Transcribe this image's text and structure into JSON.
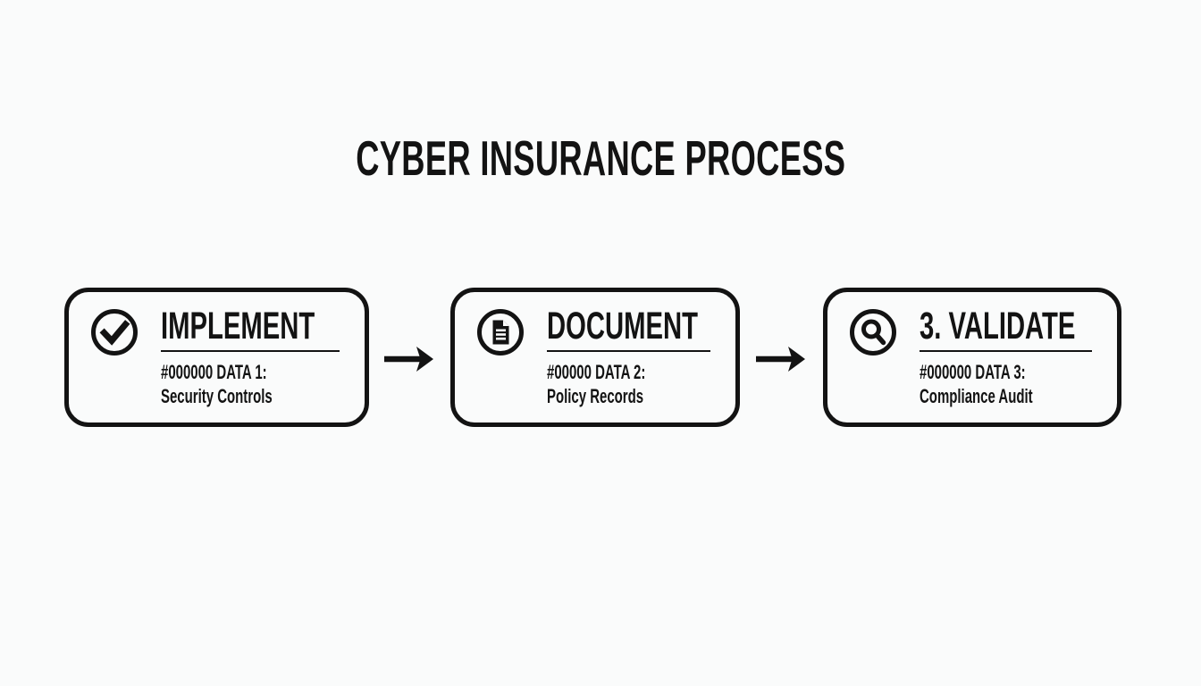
{
  "theme": {
    "ink": "#131313",
    "background": "#fafbfb"
  },
  "diagram": {
    "title": "CYBER INSURANCE PROCESS",
    "connector_icon": "arrow-right-icon",
    "steps": [
      {
        "icon": "check-circle-icon",
        "title": "IMPLEMENT",
        "line1": "#000000 DATA 1:",
        "line2": "Security Controls"
      },
      {
        "icon": "document-circle-icon",
        "title": "DOCUMENT",
        "line1": "#00000 DATA 2:",
        "line2": "Policy Records"
      },
      {
        "icon": "search-circle-icon",
        "title": "3. VALIDATE",
        "line1": "#000000 DATA 3:",
        "line2": "Compliance Audit"
      }
    ]
  }
}
